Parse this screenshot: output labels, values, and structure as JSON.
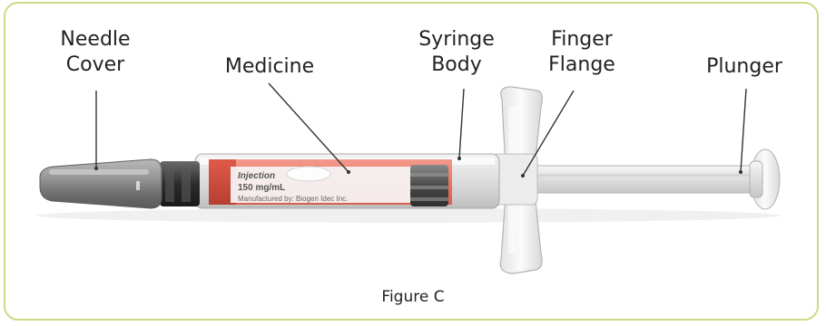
{
  "labels": {
    "needle_cover": [
      "Needle",
      "Cover"
    ],
    "medicine": "Medicine",
    "syringe_body": [
      "Syringe",
      "Body"
    ],
    "finger_flange": [
      "Finger",
      "Flange"
    ],
    "plunger": "Plunger"
  },
  "syringe_label": {
    "line1": "Injection",
    "line2": "150 mg/mL",
    "line3": "Manufactured by: Biogen Idec Inc."
  },
  "caption": "Figure C",
  "colors": {
    "frame_border": "#c9dd84",
    "medicine_band": "#ee7b6c",
    "needle_cover": "#8c8c8c",
    "leader_line": "#333333"
  }
}
